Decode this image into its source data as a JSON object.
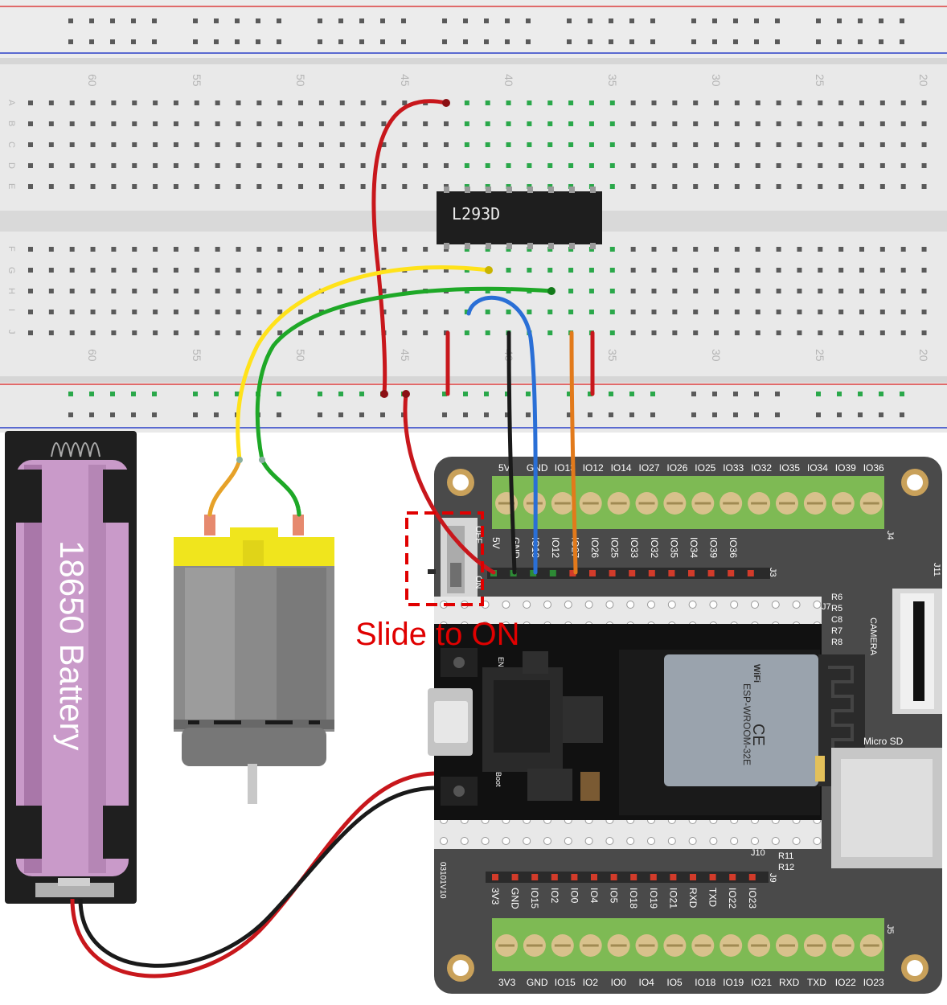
{
  "breadboard": {
    "row_letters_top": [
      "A",
      "B",
      "C",
      "D",
      "E"
    ],
    "row_letters_bottom": [
      "F",
      "G",
      "H",
      "I",
      "J"
    ],
    "column_numbers": [
      "60",
      "55",
      "50",
      "45",
      "40",
      "35",
      "30",
      "25",
      "20"
    ]
  },
  "chip": {
    "label": "L293D"
  },
  "battery": {
    "label": "18650 Battery"
  },
  "annotation": {
    "text": "Slide to ON",
    "color": "#e00000"
  },
  "switch": {
    "off": "OFF",
    "on": "ON"
  },
  "board": {
    "top_terminal_labels": [
      "5V",
      "GND",
      "IO13",
      "IO12",
      "IO14",
      "IO27",
      "IO26",
      "IO25",
      "IO33",
      "IO32",
      "IO35",
      "IO34",
      "IO39",
      "IO36"
    ],
    "top_header_labels": [
      "5V",
      "GND",
      "IO13",
      "IO12",
      "IO27",
      "IO26",
      "IO25",
      "IO33",
      "IO32",
      "IO35",
      "IO34",
      "IO39",
      "IO36"
    ],
    "bottom_header_labels": [
      "3V3",
      "GND",
      "IO15",
      "IO2",
      "IO0",
      "IO4",
      "IO5",
      "IO18",
      "IO19",
      "IO21",
      "RXD",
      "TXD",
      "IO22",
      "IO23"
    ],
    "bottom_terminal_labels": [
      "3V3",
      "GND",
      "IO15",
      "IO2",
      "IO0",
      "IO4",
      "IO5",
      "IO18",
      "IO19",
      "IO21",
      "RXD",
      "TXD",
      "IO22",
      "IO23"
    ],
    "connectors": {
      "j4": "J4",
      "j3": "J3",
      "j7": "J7",
      "j10": "J10",
      "j9": "J9",
      "j5": "J5",
      "j11": "J11"
    },
    "resistors": [
      "R6",
      "R5",
      "C8",
      "R7",
      "R8"
    ],
    "resistors_bottom": [
      "R11",
      "R12"
    ],
    "camera": "CAMERA",
    "sd": "Micro SD",
    "module": "ESP-WROOM-32E",
    "wifi": "WiFi",
    "ce": "CE",
    "en": "EN",
    "boot": "Boot",
    "version": "03101V10"
  },
  "wire_colors": {
    "red": "#c8171c",
    "yellow": "#ffe21a",
    "green": "#1ea827",
    "blue": "#2a6fd6",
    "black": "#1a1a1a",
    "orange": "#e27a1b"
  }
}
